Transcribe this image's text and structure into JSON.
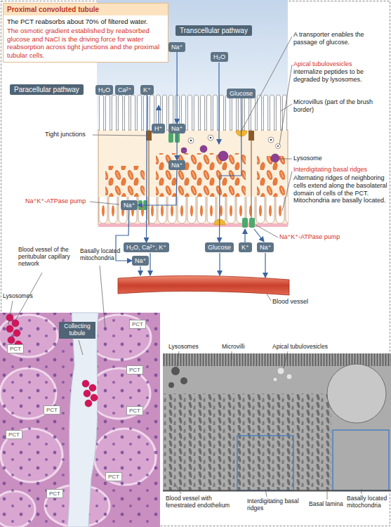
{
  "diagram": {
    "nodes": [
      {
        "text": [
          "Proximal convoluted tubule",
          "The PCT reabsorbs about 70% of filtered water.",
          "The osmotic gradient established by reabsorbed glucose and NaCl is the driving force for water reabsorption across tight junctions and the proximal tubular cells."
        ]
      },
      {
        "text": [
          "Transcellular pathway"
        ]
      },
      {
        "text": [
          "Na⁺"
        ]
      },
      {
        "text": [
          "H₂O"
        ]
      },
      {
        "text": [
          "Paracellular pathway"
        ]
      },
      {
        "text": [
          "H₂O"
        ]
      },
      {
        "text": [
          "Ca²⁺"
        ]
      },
      {
        "text": [
          "K⁺"
        ]
      },
      {
        "text": [
          "Glucose"
        ]
      },
      {
        "text": [
          "H⁺"
        ]
      },
      {
        "text": [
          "Na⁺"
        ]
      },
      {
        "text": [
          "Na⁺"
        ]
      },
      {
        "text": [
          "Na⁺"
        ]
      },
      {
        "text": [
          "H₂O, Ca²⁺, K⁺"
        ]
      },
      {
        "text": [
          "Glucose"
        ]
      },
      {
        "text": [
          "K⁺"
        ]
      },
      {
        "text": [
          "Na⁺"
        ]
      },
      {
        "text": [
          "Na⁺"
        ]
      },
      {
        "text": [
          "Collecting tubule"
        ]
      },
      {
        "text": [
          "PCT"
        ]
      },
      {
        "text": [
          "PCT"
        ]
      },
      {
        "text": [
          "PCT"
        ]
      },
      {
        "text": [
          "PCT"
        ]
      },
      {
        "text": [
          "PCT"
        ]
      },
      {
        "text": [
          "PCT"
        ]
      },
      {
        "text": [
          "PCT"
        ]
      },
      {
        "text": [
          "PCT"
        ]
      }
    ],
    "edges": [
      {
        "from": 7,
        "to": 13,
        "arrow": "to"
      },
      {
        "from": 2,
        "to": 10,
        "arrow": "to"
      },
      {
        "from": 10,
        "to": 11,
        "arrow": "to"
      },
      {
        "from": 11,
        "to": 12,
        "arrow": "to"
      },
      {
        "from": 12,
        "to": 17,
        "arrow": "to"
      },
      {
        "from": 8,
        "to": 14,
        "arrow": "to"
      }
    ],
    "labels": [
      "A transporter enables the passage of glucose.",
      "Apical tubulovesicles",
      "internalize peptides to be degraded by lysosomes.",
      "Microvillus (part of the brush border)",
      "Tight junctions",
      "Lysosome",
      "Na⁺K⁺-ATPase pump",
      "Interdigitating basal ridges",
      "Alternating ridges of neighboring cells extend along the basolateral domain of cells of the PCT. Mitochondria are basally located.",
      "Na⁺K⁺-ATPase pump",
      "Blood vessel",
      "Blood vessel of the peritubular capillary network",
      "Basally located mitochondria",
      "Lysosomes",
      "Lysosomes",
      "Microvilli",
      "Apical tubulovesicles",
      "Blood vessel with fenestrated endothelium",
      "Interdigitating basal ridges",
      "Basal lamina",
      "Basally located mitochondria"
    ]
  }
}
